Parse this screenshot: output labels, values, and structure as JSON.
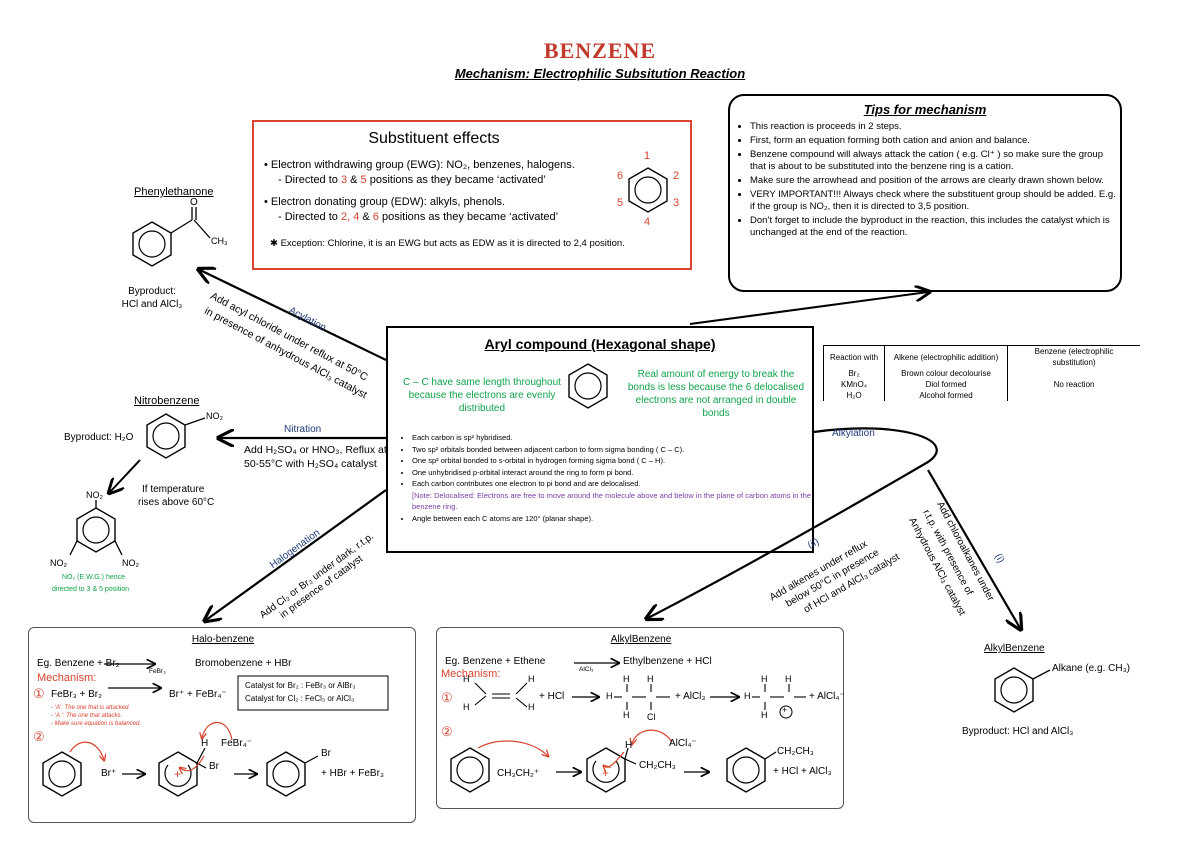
{
  "header": {
    "title": "BENZENE",
    "subtitle": "Mechanism: Electrophilic Subsitution Reaction"
  },
  "substituent_effects": {
    "heading": "Substituent effects",
    "ewg_line": "• Electron withdrawing group (EWG): NO₂, benzenes, halogens.",
    "ewg_dir_a": "- Directed to ",
    "ewg_n1": "3",
    "ewg_amp": " & ",
    "ewg_n2": "5",
    "ewg_dir_b": " positions as they became ‘activated’",
    "edg_line": "• Electron donating group (EDW): alkyls, phenols.",
    "edg_dir_a": "- Directed to ",
    "edg_n1": "2, 4",
    "edg_amp": " & ",
    "edg_n2": "6",
    "edg_dir_b": " positions as they became ‘activated’",
    "exception": "✱ Exception: Chlorine, it is an EWG but acts as EDW as it is directed to 2,4 position.",
    "ring_numbers": [
      "1",
      "2",
      "3",
      "4",
      "5",
      "6"
    ]
  },
  "tips": {
    "heading": "Tips for mechanism",
    "items": [
      "This reaction is proceeds in 2 steps.",
      "First, form an equation forming both cation and anion and balance.",
      "Benzene compound will always attack the cation ( e.g. Cl⁺ ) so make sure the group that is about to be substituted into the benzene ring is a cation.",
      "Make sure the arrowhead and position of the arrows are clearly drawn shown below.",
      "VERY IMPORTANT!!! Always check where the substituent group should be added. E.g. if the group is NO₂, then it is directed to 3,5 position.",
      "Don’t forget to include the byproduct in the reaction, this includes the catalyst which is unchanged at the end of the reaction."
    ]
  },
  "aryl": {
    "heading": "Aryl compound (Hexagonal shape)",
    "left_note": "C – C have same length throughout because the electrons are evenly distributed",
    "right_note": "Real amount of energy to break the bonds is less because the 6 delocalised electrons are not arranged in double bonds",
    "bullets": [
      "Each carbon is sp² hybridised.",
      "Two sp² orbitals bonded between adjacent carbon to form sigma bonding ( C – C).",
      "One sp² orbital bonded to s-orbital in hydrogen forming sigma bond ( C – H).",
      "One unhybridised p-orbital interact around the ring to form pi bond.",
      "Each carbon contributes one electron to pi bond and are delocalised."
    ],
    "note": "[Note: Delocalised: Electrons are free to move around the molecule above and below in the plane of carbon atoms in the benzene ring.",
    "angle": "Angle between each C atoms are 120° (planar shape)."
  },
  "comparison_table": {
    "headers": [
      "Reaction with",
      "Alkene (electrophilic addition)",
      "Benzene (electrophilic substitution)"
    ],
    "rows": [
      [
        "Br₂",
        "Brown colour decolourise",
        ""
      ],
      [
        "KMnO₄",
        "Diol formed",
        "No reaction"
      ],
      [
        "H₂O",
        "Alcohol formed",
        ""
      ]
    ]
  },
  "acylation": {
    "label": "Acylation",
    "condition_1": "Add acyl chloride under reflux at 50°C",
    "condition_2": "in presence of anhydrous AlCl₃ catalyst",
    "product": "Phenylethanone",
    "byproduct_1": "Byproduct:",
    "byproduct_2": "HCl and AlCl₃",
    "atom_o": "O",
    "atom_ch3": "CH₃"
  },
  "nitration": {
    "label": "Nitration",
    "condition_1": "Add H₂SO₄ or HNO₃, Reflux at",
    "condition_2": "50-55°C with H₂SO₄ catalyst",
    "product": "Nitrobenzene",
    "byproduct": "Byproduct: H₂O",
    "group": "NO₂",
    "temp_1": "If temperature",
    "temp_2": "rises above 60°C",
    "tri_note_1": "NO₂ (E.W.G.) hence",
    "tri_note_2": "directed to 3 & 5 position"
  },
  "halogenation": {
    "label": "Halogenation",
    "condition_1": "Add Cl₂ or Br₂ under dark, r.t.p.",
    "condition_2": "in presence of catalyst"
  },
  "alkylation": {
    "label": "Alkylation",
    "i": "(i)",
    "ii": "(ii)",
    "cond_i_1": "Add chloroalkanes under",
    "cond_i_2": "r.t.p. with presence of",
    "cond_i_3": "Anhydrous AlCl₃ catalyst",
    "cond_ii_1": "Add alkenes under reflux",
    "cond_ii_2": "below 50°C in presence",
    "cond_ii_3": "of HCl and AlCl₃ catalyst",
    "product": "AlkylBenzene",
    "group": "Alkane (e.g. CH₃)",
    "byproduct": "Byproduct: HCl and AlCl₃"
  },
  "halo_panel": {
    "heading": "Halo-benzene",
    "eg": "Eg.  Benzene + Br₂",
    "eg_catalyst": "FeBr₃",
    "eg_product": "Bromobenzene + HBr",
    "mechanism": "Mechanism:",
    "step1_num": "①",
    "step1_lhs": "FeBr₃ + Br₂",
    "step1_rhs": "Br⁺ + FeBr₄⁻",
    "catalyst_1": "Catalyst for Br₂ : FeBr₃ or AlBr₃",
    "catalyst_2": "Catalyst for Cl₂ : FeCl₃ or AlCl₃",
    "note_1": "- ‘A’: The one that is attacked.",
    "note_2": "- ‘A ’: The one that attacks.",
    "note_3": "- Make sure equation is balanced.",
    "step2_num": "②",
    "br_plus": "Br⁺",
    "h": "H",
    "br": "Br",
    "febr4": "FeBr₄⁻",
    "plus": "+",
    "final": "+ HBr + FeBr₃"
  },
  "alkyl_panel": {
    "heading": "AlkylBenzene",
    "eg": "Eg.  Benzene + Ethene",
    "eg_catalyst": "AlCl₃",
    "eg_product": "Ethylbenzene + HCl",
    "mechanism": "Mechanism:",
    "step1_num": "①",
    "plus_hcl": "+ HCl",
    "plus_alcl3": "+ AlCl₃",
    "plus_alcl4": "+ AlCl₄⁻",
    "cl": "Cl",
    "step2_num": "②",
    "ethyl_cation": "CH₃CH₂⁺",
    "h": "H",
    "alcl4": "AlCl₄⁻",
    "ch2ch3": "CH₂CH₃",
    "plus": "+",
    "final_group": "CH₂CH₃",
    "final": "+ HCl + AlCl₃"
  },
  "colors": {
    "accent_red": "#d9432f",
    "green": "#10a34a",
    "navy": "#1f3a7a",
    "purple": "#7a3ea8"
  }
}
